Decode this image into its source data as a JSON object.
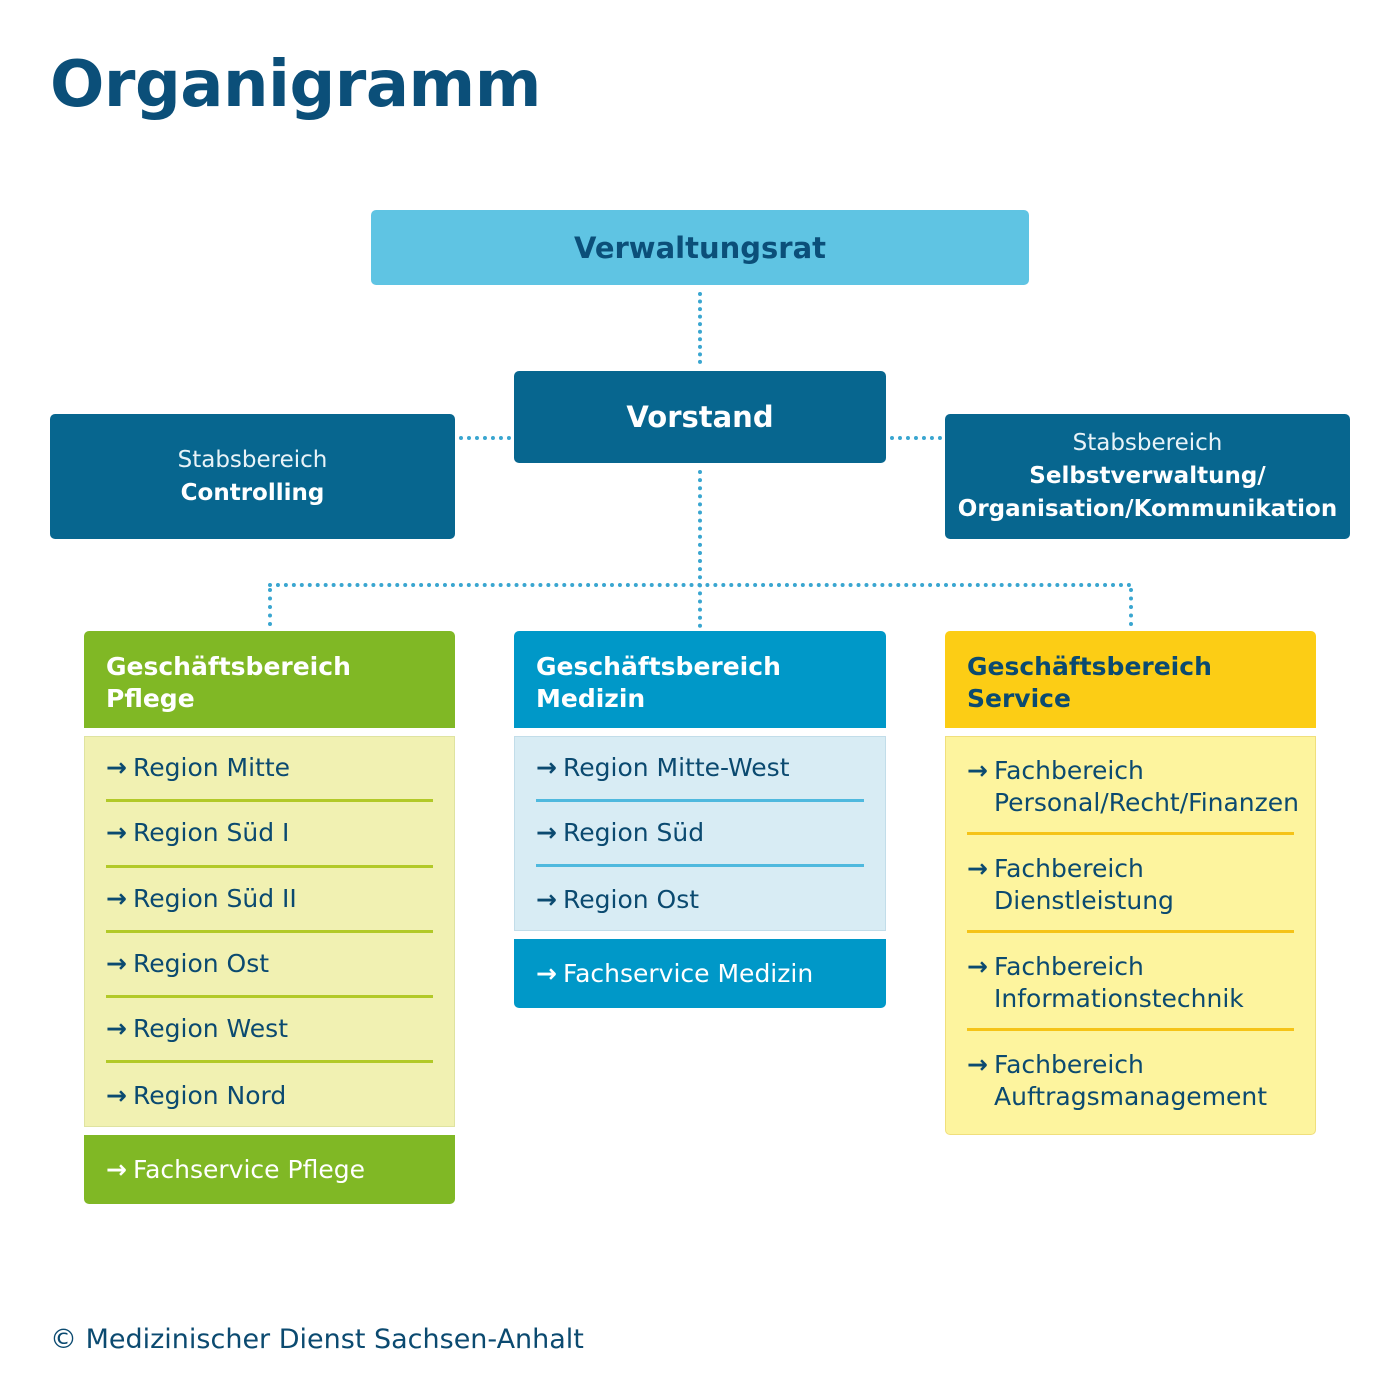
{
  "title": "Organigramm",
  "top": {
    "label": "Verwaltungsrat"
  },
  "board": {
    "label": "Vorstand"
  },
  "staff_left": {
    "prefix": "Stabsbereich",
    "name": "Controlling"
  },
  "staff_right": {
    "prefix": "Stabsbereich",
    "name_line1": "Selbstverwaltung/",
    "name_line2": "Organisation/Kommunikation"
  },
  "divisions": {
    "pflege": {
      "title_line1": "Geschäftsbereich",
      "title_line2": "Pflege",
      "items": [
        "Region Mitte",
        "Region Süd I",
        "Region Süd II",
        "Region Ost",
        "Region West",
        "Region Nord"
      ],
      "fachservice": "Fachservice Pflege"
    },
    "medizin": {
      "title_line1": "Geschäftsbereich",
      "title_line2": "Medizin",
      "items": [
        "Region Mitte-West",
        "Region Süd",
        "Region Ost"
      ],
      "fachservice": "Fachservice Medizin"
    },
    "service": {
      "title_line1": "Geschäftsbereich",
      "title_line2": "Service",
      "items": [
        "Fachbereich\nPersonal/Recht/Finanzen",
        "Fachbereich\nDienstleistung",
        "Fachbereich\nInformationstechnik",
        "Fachbereich\nAuftragsmanagement"
      ]
    }
  },
  "arrow": "→",
  "footer": "© Medizinischer Dienst Sachsen-Anhalt"
}
